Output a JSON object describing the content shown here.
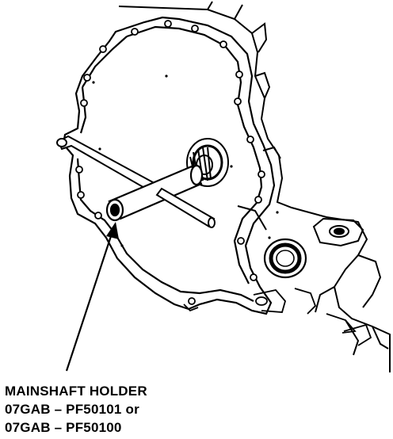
{
  "callout": {
    "title": "MAINSHAFT HOLDER",
    "part_line_1": "07GAB – PF50101 or",
    "part_line_2": "07GAB – PF50100"
  }
}
